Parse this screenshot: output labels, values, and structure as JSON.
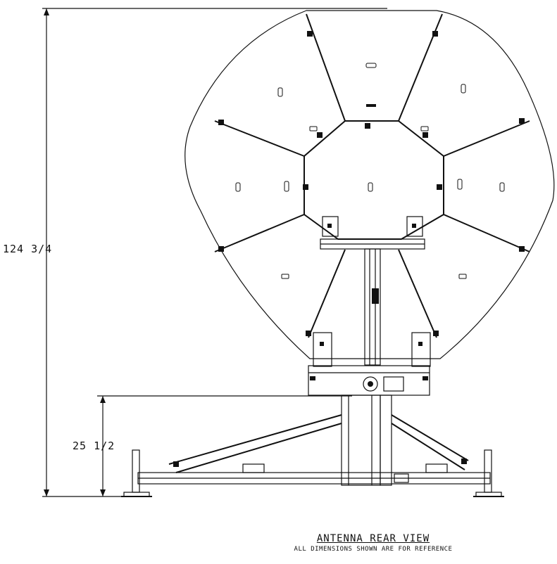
{
  "dimensions": {
    "overall_height": "124 3/4",
    "base_height": "25 1/2"
  },
  "title_block": {
    "view_title": "ANTENNA REAR VIEW",
    "note": "ALL DIMENSIONS SHOWN ARE FOR REFERENCE"
  }
}
